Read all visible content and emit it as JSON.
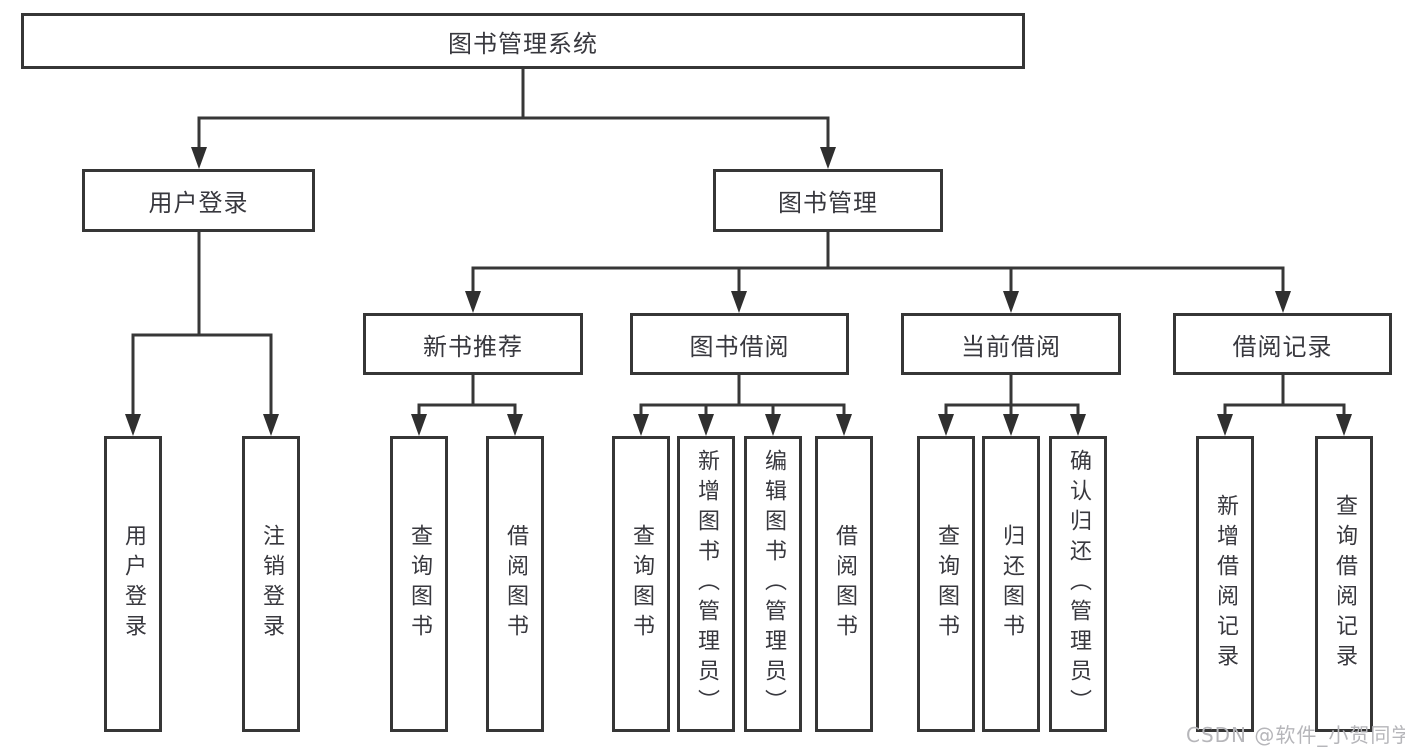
{
  "diagram_title": "图书管理系统",
  "tree": {
    "root": {
      "label": "图书管理系统"
    },
    "branches": [
      {
        "label": "用户登录",
        "children": [
          {
            "label": "用户登录"
          },
          {
            "label": "注销登录"
          }
        ]
      },
      {
        "label": "图书管理",
        "children": [
          {
            "label": "新书推荐",
            "children": [
              {
                "label": "查询图书"
              },
              {
                "label": "借阅图书"
              }
            ]
          },
          {
            "label": "图书借阅",
            "children": [
              {
                "label": "查询图书"
              },
              {
                "label": "新增图书（管理员）"
              },
              {
                "label": "编辑图书（管理员）"
              },
              {
                "label": "借阅图书"
              }
            ]
          },
          {
            "label": "当前借阅",
            "children": [
              {
                "label": "查询图书"
              },
              {
                "label": "归还图书"
              },
              {
                "label": "确认归还（管理员）"
              }
            ]
          },
          {
            "label": "借阅记录",
            "children": [
              {
                "label": "新增借阅记录"
              },
              {
                "label": "查询借阅记录"
              }
            ]
          }
        ]
      }
    ]
  },
  "watermark": {
    "text": "CSDN @软件_小贺同学"
  },
  "colors": {
    "background": "#ffffff",
    "box_border": "#363636",
    "connector_line": "#373737",
    "arrowhead": "#2f2f2f",
    "text": "#38383e",
    "watermark_text": "#b6b6ba"
  }
}
